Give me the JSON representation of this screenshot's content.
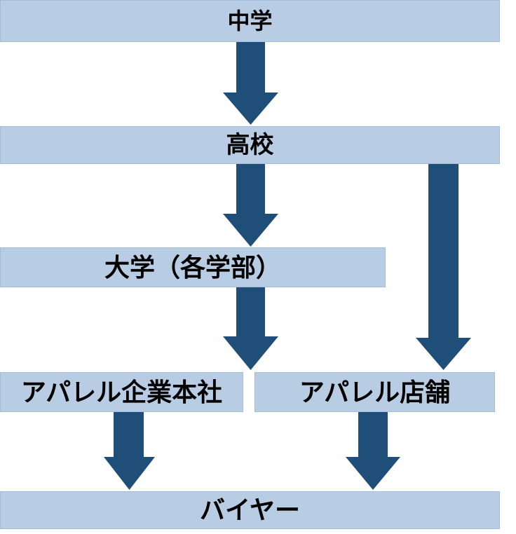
{
  "diagram": {
    "description": "Career path flow chart from school to apparel buyer",
    "nodes": {
      "middle_school": {
        "label": "中学"
      },
      "high_school": {
        "label": "高校"
      },
      "university": {
        "label": "大学（各学部）"
      },
      "apparel_hq": {
        "label": "アパレル企業本社"
      },
      "apparel_store": {
        "label": "アパレル店舗"
      },
      "buyer": {
        "label": "バイヤー"
      }
    },
    "edges": [
      {
        "from": "中学",
        "to": "高校"
      },
      {
        "from": "高校",
        "to": "大学（各学部）"
      },
      {
        "from": "高校",
        "to": "アパレル店舗"
      },
      {
        "from": "大学（各学部）",
        "to": "アパレル企業本社／アパレル店舗"
      },
      {
        "from": "アパレル企業本社",
        "to": "バイヤー"
      },
      {
        "from": "アパレル店舗",
        "to": "バイヤー"
      }
    ],
    "colors": {
      "node_fill": "#b8cce4",
      "node_border": "#a3bcd9",
      "arrow": "#1f4e79",
      "text": "#000000",
      "background": "#ffffff"
    }
  }
}
